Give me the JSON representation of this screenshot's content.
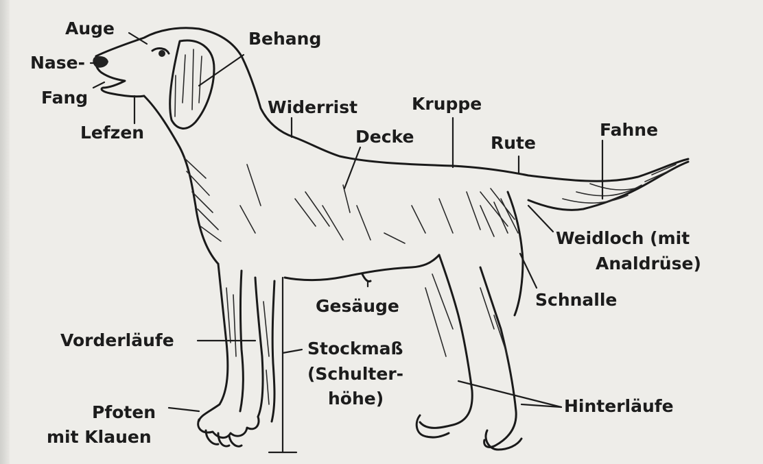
{
  "labels": {
    "auge": "Auge",
    "nase": "Nase-",
    "fang": "Fang",
    "lefzen": "Lefzen",
    "behang": "Behang",
    "widerrist": "Widerrist",
    "kruppe": "Kruppe",
    "decke": "Decke",
    "rute": "Rute",
    "fahne": "Fahne",
    "weidloch_1": "Weidloch (mit",
    "weidloch_2": "Analdrüse)",
    "schnalle": "Schnalle",
    "gesaeuge": "Gesäuge",
    "vorderlaeufe": "Vorderläufe",
    "stockmass_1": "Stockmaß",
    "stockmass_2": "(Schulter-",
    "stockmass_3": "höhe)",
    "hinterlaeufe": "Hinterläufe",
    "pfoten_1": "Pfoten",
    "pfoten_2": "mit Klauen"
  }
}
